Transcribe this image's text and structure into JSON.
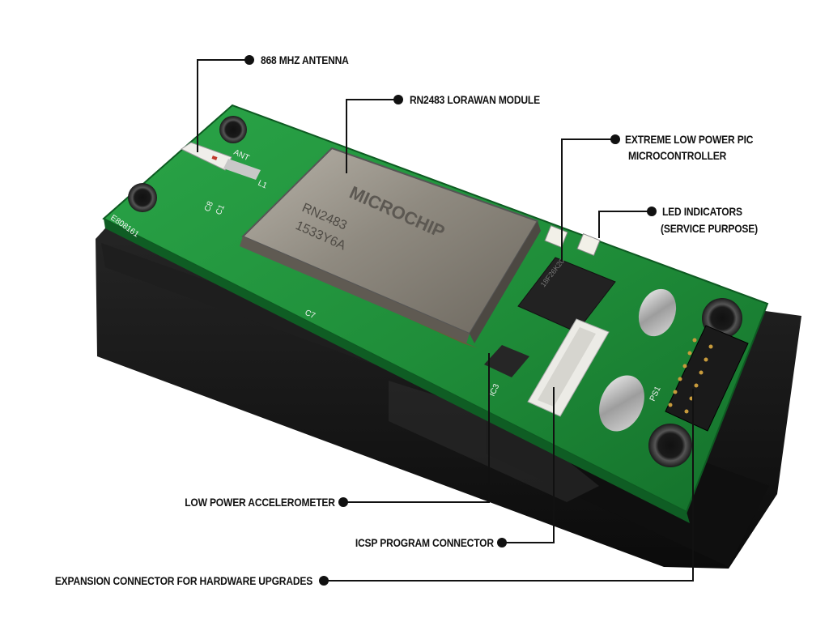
{
  "colors": {
    "leader_line": "#111111",
    "pcb_green": "#1f8f3a",
    "housing": "#141414",
    "module_metal": "#8e8a82",
    "connector_white": "#eeeeea"
  },
  "callouts": {
    "antenna": "868 MHZ ANTENNA",
    "module": "RN2483 LORAWAN MODULE",
    "mcu_line1": "EXTREME LOW POWER PIC",
    "mcu_line2": "MICROCONTROLLER",
    "led_line1": "LED INDICATORS",
    "led_line2": "(SERVICE PURPOSE)",
    "accelerometer": "LOW POWER ACCELEROMETER",
    "icsp": "ICSP PROGRAM CONNECTOR",
    "expansion": "EXPANSION CONNECTOR FOR HARDWARE UPGRADES"
  },
  "board_markings": {
    "module_brand": "MICROCHIP",
    "module_part": "RN2483",
    "module_lot": "1533Y6A",
    "serial": "E808161",
    "ant": "ANT",
    "l1": "L1",
    "c8": "C8",
    "c1": "C1",
    "c7": "C7",
    "ps1": "PS1",
    "ic3": "IC3",
    "mcu_marking": "18F26K20"
  }
}
